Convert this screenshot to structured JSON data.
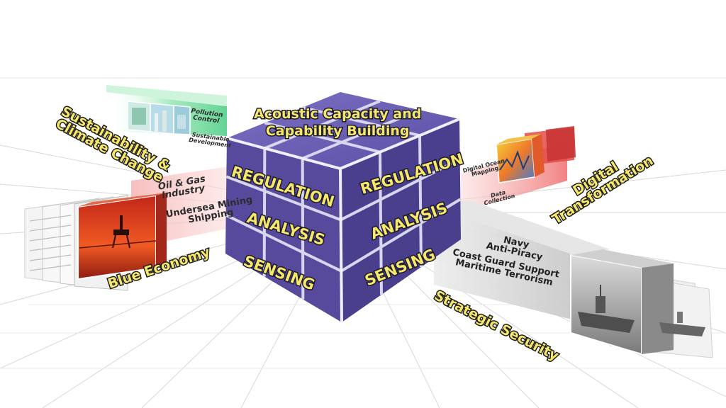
{
  "title": {
    "line1": "Acoustic Capacity and",
    "line2": "Capability Building"
  },
  "cube": {
    "left_face": {
      "row1": "REGULATION",
      "row2": "ANALYSIS",
      "row3": "SENSING"
    },
    "right_face": {
      "row1": "REGULATION",
      "row2": "ANALYSIS",
      "row3": "SENSING"
    },
    "colors": {
      "top": "#6a5eb0",
      "left": "#574a9c",
      "right": "#4a3f8c",
      "grid": "#d8d6ef"
    }
  },
  "sustainability": {
    "label_line1": "Sustainability &",
    "label_line2": "Climate Change",
    "items": {
      "pollution_line1": "Pollution",
      "pollution_line2": "Control",
      "sustainable_line1": "Sustainable",
      "sustainable_line2": "Development"
    },
    "color": "#3cc87a"
  },
  "blue_economy": {
    "label": "Blue Economy",
    "items": {
      "oil_line1": "Oil & Gas",
      "oil_line2": "Industry",
      "mining_line1": "Undersea Mining",
      "mining_line2": "Shipping"
    },
    "color": "#f2a0a0"
  },
  "digital": {
    "label_line1": "Digital",
    "label_line2": "Transformation",
    "items": {
      "mapping_line1": "Digital Ocean",
      "mapping_line2": "Mapping",
      "data_line1": "Data",
      "data_line2": "Collection"
    },
    "color": "#f08080"
  },
  "security": {
    "label": "Strategic Security",
    "items": {
      "navy": "Navy",
      "piracy": "Anti-Piracy",
      "coast": "Coast Guard Support",
      "terror": "Maritime Terrorism"
    },
    "color": "#9a9a9a"
  }
}
